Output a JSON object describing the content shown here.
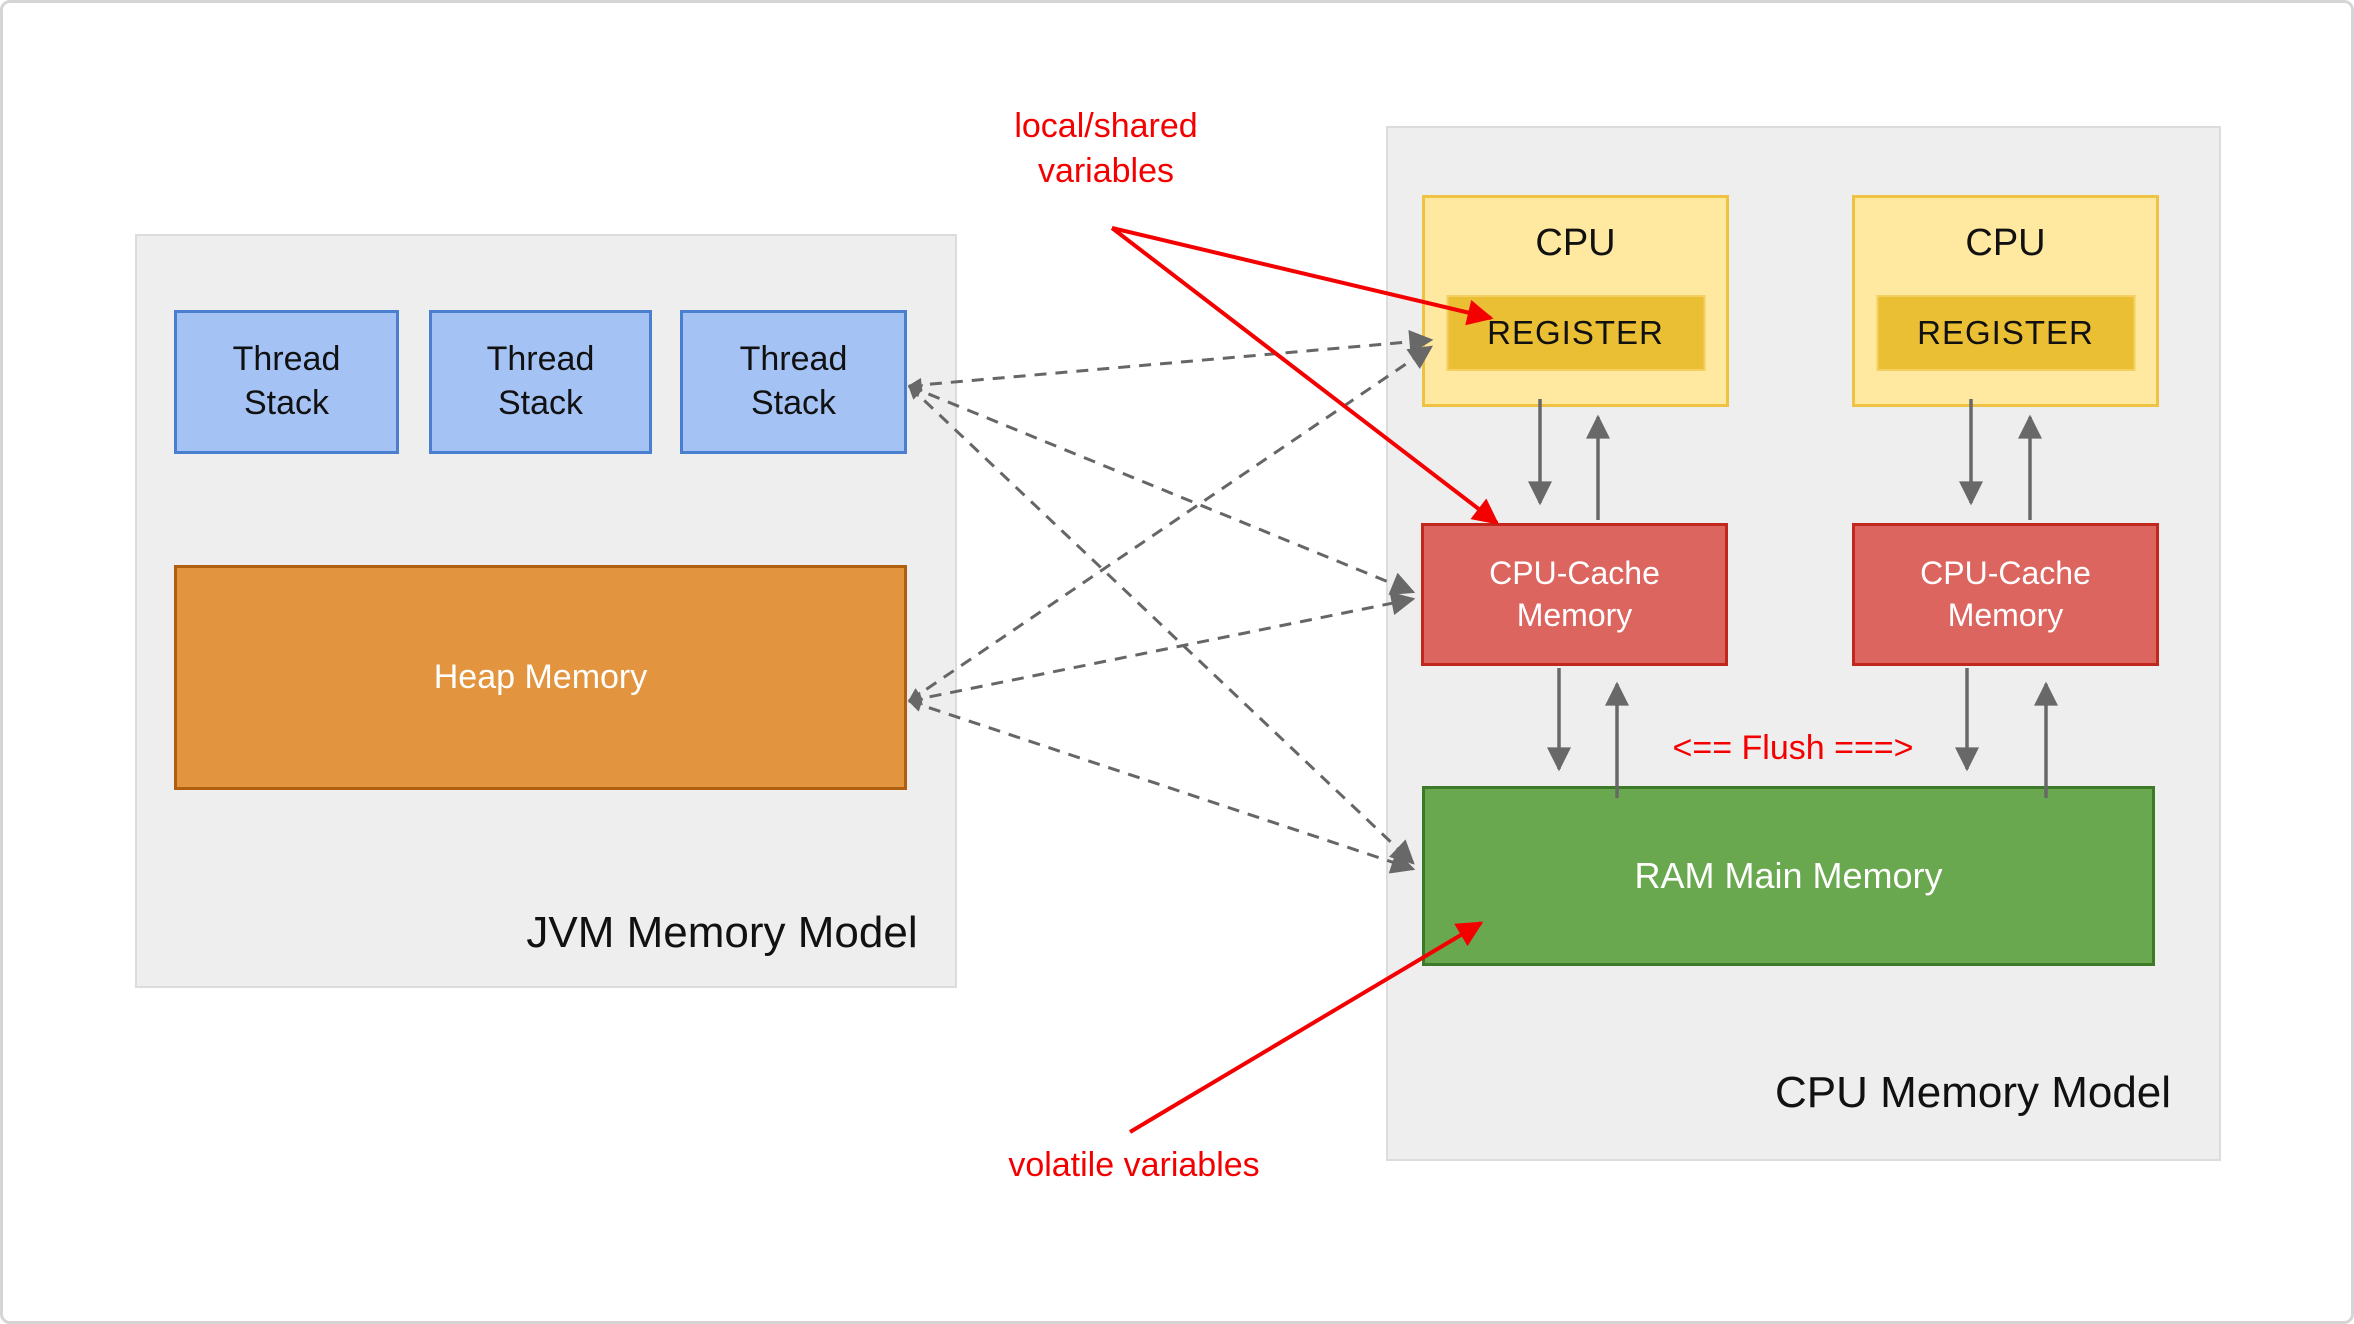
{
  "diagram": {
    "jvm_model": {
      "title": "JVM Memory Model",
      "thread_stacks": [
        "Thread Stack",
        "Thread Stack",
        "Thread Stack"
      ],
      "heap_label": "Heap Memory"
    },
    "cpu_model": {
      "title": "CPU Memory Model",
      "cpu_label": "CPU",
      "register_label": "REGISTER",
      "cache_label": "CPU-Cache Memory",
      "ram_label": "RAM Main Memory",
      "flush_label": "<== Flush ===>"
    },
    "annotations": {
      "local_shared": "local/shared variables",
      "volatile": "volatile variables"
    },
    "colors": {
      "panel_bg": "#eeeeee",
      "panel_border": "#dcdcdc",
      "thread_stack_fill": "#a4c2f4",
      "thread_stack_border": "#4a7fd0",
      "heap_fill": "#e2943e",
      "heap_border": "#b05f10",
      "cpu_fill": "#ffe9a0",
      "cpu_border": "#f0c243",
      "register_fill": "#ebbf33",
      "cache_fill": "#dd6560",
      "cache_border": "#c1271d",
      "ram_fill": "#6aa84f",
      "ram_border": "#3c7a28",
      "annotation_red": "#f40000",
      "arrow_gray": "#686868"
    }
  }
}
